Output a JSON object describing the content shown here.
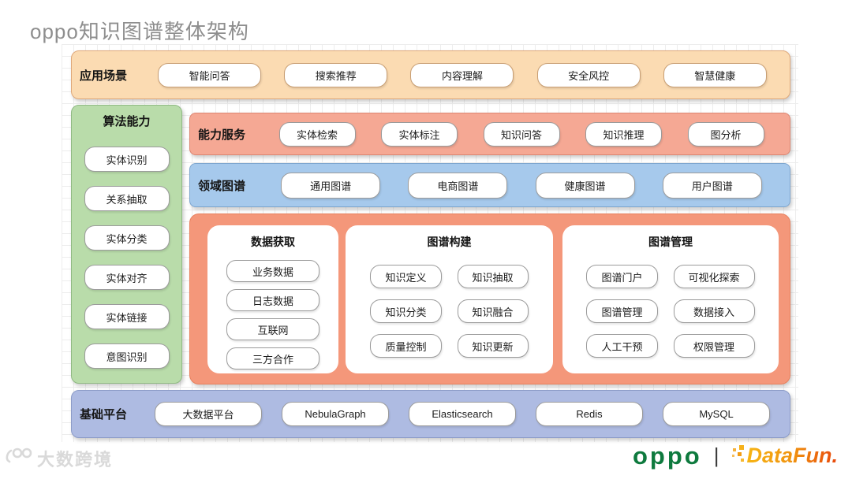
{
  "page_title": "oppo知识图谱整体架构",
  "application": {
    "label": "应用场景",
    "items": [
      "智能问答",
      "搜索推荐",
      "内容理解",
      "安全风控",
      "智慧健康"
    ]
  },
  "algorithm": {
    "label": "算法能力",
    "items": [
      "实体识别",
      "关系抽取",
      "实体分类",
      "实体对齐",
      "实体链接",
      "意图识别"
    ]
  },
  "capability": {
    "label": "能力服务",
    "items": [
      "实体检索",
      "实体标注",
      "知识问答",
      "知识推理",
      "图分析"
    ]
  },
  "domain": {
    "label": "领域图谱",
    "items": [
      "通用图谱",
      "电商图谱",
      "健康图谱",
      "用户图谱"
    ]
  },
  "construction": {
    "panels": [
      {
        "title": "数据获取",
        "items": [
          "业务数据",
          "日志数据",
          "互联网",
          "三方合作"
        ]
      },
      {
        "title": "图谱构建",
        "items": [
          "知识定义",
          "知识抽取",
          "知识分类",
          "知识融合",
          "质量控制",
          "知识更新"
        ]
      },
      {
        "title": "图谱管理",
        "items": [
          "图谱门户",
          "可视化探索",
          "图谱管理",
          "数据接入",
          "人工干预",
          "权限管理"
        ]
      }
    ]
  },
  "platform": {
    "label": "基础平台",
    "items": [
      "大数据平台",
      "NebulaGraph",
      "Elasticsearch",
      "Redis",
      "MySQL"
    ]
  },
  "footer": {
    "watermark": "大数跨境",
    "oppo": "oppo",
    "separator": "|",
    "datafun": "DataFun."
  },
  "colors": {
    "title_color": "#8e8e8e",
    "app_bg": "#fbdbb2",
    "app_border": "#dfa87a",
    "app_chip_border": "#c89e73",
    "algo_bg": "#b9dcaa",
    "algo_border": "#8fb983",
    "cap_bg": "#f5a894",
    "cap_border": "#dd8672",
    "dom_bg": "#a6c9ec",
    "dom_border": "#7ea6cf",
    "block_bg": "#f4977a",
    "block_border": "#e8805e",
    "plat_bg": "#aebbe2",
    "plat_border": "#8c9cc8",
    "chip_border": "#9b9b9b",
    "oppo_green": "#0e7a3e"
  }
}
